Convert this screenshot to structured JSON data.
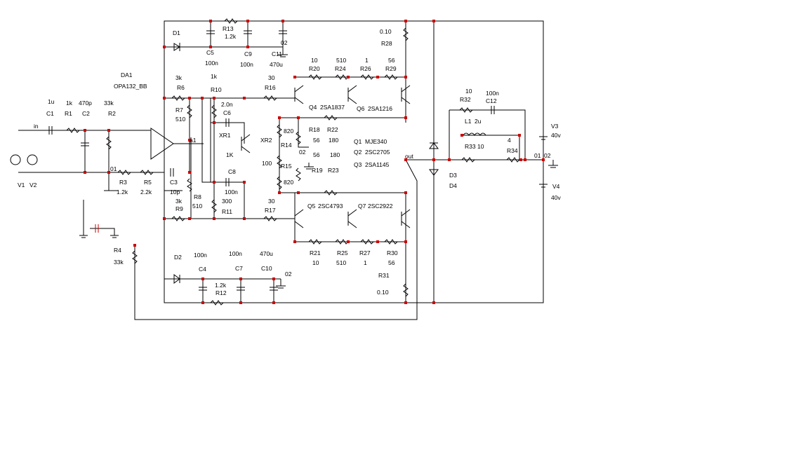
{
  "labels": {
    "D1": "D1",
    "C5": "C5",
    "v_C5": "100n",
    "R13": "R13",
    "v_R13": "1.2k",
    "C9": "C9",
    "v_C9": "100n",
    "C11": "C11",
    "v_C11": "470u",
    "gnd_top": "02",
    "R28_v": "0.10",
    "R28": "R28",
    "DA1": "DA1",
    "DA1_v": "OPA132_BB",
    "R6_v": "3k",
    "R6": "R6",
    "R10_v": "1k",
    "R10": "R10",
    "R16_v": "30",
    "R16": "R16",
    "R7": "R7",
    "R7_v": "510",
    "C6_v": "2.0n",
    "C6": "C6",
    "C1_v": "1u",
    "C1": "C1",
    "R1_v": "1k",
    "R1": "R1",
    "C2_v": "470p",
    "C2": "C2",
    "R2_v": "33k",
    "R2": "R2",
    "in": "in",
    "a1": "a1",
    "n01": "01",
    "XR1": "XR1",
    "XR1_v": "1K",
    "XR2": "XR2",
    "R3": "R3",
    "R3_v": "1.2k",
    "R5": "R5",
    "R5_v": "2.2k",
    "C3": "C3",
    "C3_v": "10p",
    "C8": "C8",
    "C8_v": "100n",
    "R9_v": "3k",
    "R9": "R9",
    "R8": "R8",
    "R8_v": "510",
    "R11_v": "300",
    "R11": "R11",
    "V1": "V1",
    "V2": "V2",
    "R4": "R4",
    "R4_v": "33k",
    "R20_v": "10",
    "R20": "R20",
    "R24_v": "510",
    "R24": "R24",
    "R26_v": "1",
    "R26": "R26",
    "R29_v": "56",
    "R29": "R29",
    "Q4": "Q4",
    "Q4_v": "2SA1837",
    "Q6": "Q6",
    "Q6_v": "2SA1216",
    "R18": "R18",
    "R18_v": "56",
    "R22": "R22",
    "R22_v": "180",
    "R19": "R19",
    "R19_v": "56",
    "R23": "R23",
    "R23_v": "180",
    "R14": "R14",
    "R15": "R15",
    "v820a": "820",
    "v100": "100",
    "v820b": "820",
    "gnd_mid": "02",
    "Q1": "Q1",
    "Q1_v": "MJE340",
    "Q2": "Q2",
    "Q2_v": "2SC2705",
    "Q3": "Q3",
    "Q3_v": "2SA1145",
    "out": "out",
    "R17_v": "30",
    "R17": "R17",
    "Q5": "Q5",
    "Q5_v": "2SC4793",
    "Q7": "Q7",
    "Q7_v": "2SC2922",
    "R21": "R21",
    "R21_v": "10",
    "R25": "R25",
    "R25_v": "510",
    "R27": "R27",
    "R27_v": "1",
    "R30": "R30",
    "R30_v": "56",
    "R31": "R31",
    "R31_v": "0.10",
    "D2": "D2",
    "C4": "C4",
    "C4_v": "100n",
    "C7_v": "100n",
    "C7": "C7",
    "C10_v": "470u",
    "C10": "C10",
    "gnd_bot": "02",
    "R12_v": "1.2k",
    "R12": "R12",
    "D3": "D3",
    "D4": "D4",
    "R32_v": "10",
    "R32": "R32",
    "C12_v": "100n",
    "C12": "C12",
    "L1": "L1",
    "L1_v": "2u",
    "R33": "R33",
    "R33_v": "10",
    "R34_v": "4",
    "R34": "R34",
    "out_node": "01",
    "gnd_out": "02",
    "V3": "V3",
    "V3_v": "40v",
    "V4": "V4",
    "V4_v": "40v"
  }
}
